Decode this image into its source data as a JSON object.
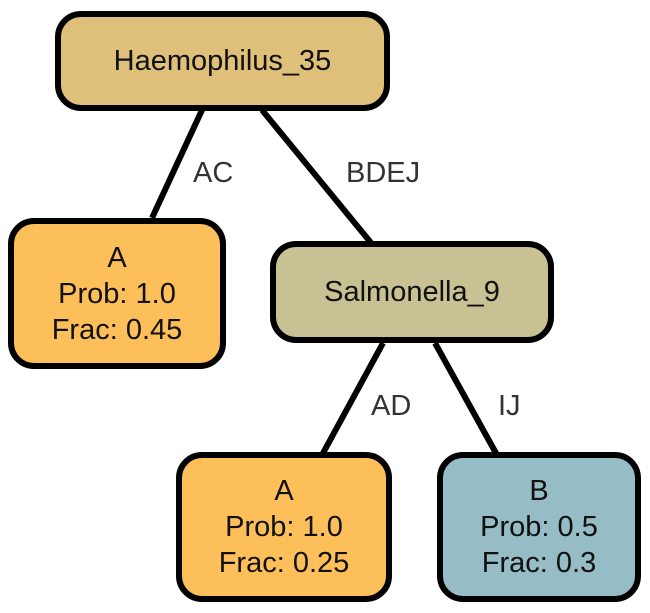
{
  "colors": {
    "root": "#dfc07a",
    "internal": "#c8c194",
    "leaf_a": "#fdbf5a",
    "leaf_b": "#96bcc5",
    "border": "#000000",
    "edge": "#000000"
  },
  "nodes": {
    "root": {
      "label": "Haemophilus_35"
    },
    "left_leaf": {
      "class": "A",
      "prob": "Prob: 1.0",
      "frac": "Frac: 0.45"
    },
    "internal": {
      "label": "Salmonella_9"
    },
    "bottom_left_leaf": {
      "class": "A",
      "prob": "Prob: 1.0",
      "frac": "Frac: 0.25"
    },
    "bottom_right_leaf": {
      "class": "B",
      "prob": "Prob: 0.5",
      "frac": "Frac: 0.3"
    }
  },
  "edges": {
    "root_to_left": "AC",
    "root_to_internal": "BDEJ",
    "internal_to_bottom_left": "AD",
    "internal_to_bottom_right": "IJ"
  }
}
